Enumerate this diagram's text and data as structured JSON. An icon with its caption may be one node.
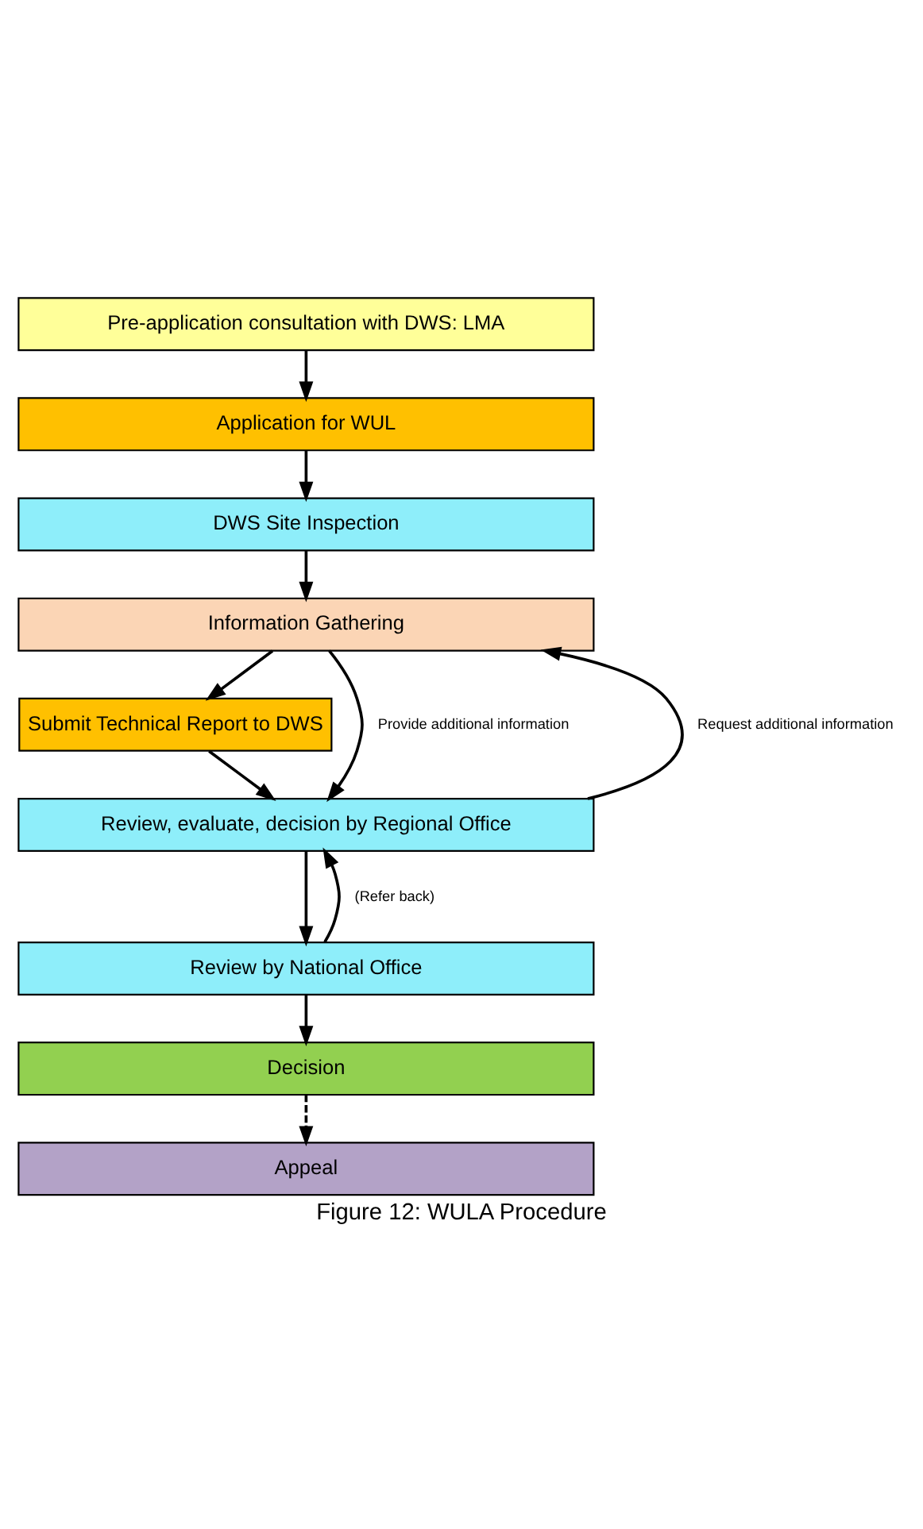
{
  "diagram": {
    "caption": "Figure 12: WULA Procedure",
    "nodes": [
      {
        "text": [
          "Pre-application consultation with DWS: LMA"
        ]
      },
      {
        "text": [
          "Application for WUL"
        ]
      },
      {
        "text": [
          "DWS Site Inspection"
        ]
      },
      {
        "text": [
          "Information Gathering"
        ]
      },
      {
        "text": [
          "Submit Technical Report to DWS"
        ]
      },
      {
        "text": [
          "Review, evaluate, decision by Regional Office"
        ]
      },
      {
        "text": [
          "Review by National Office"
        ]
      },
      {
        "text": [
          "Decision"
        ]
      },
      {
        "text": [
          "Appeal"
        ]
      }
    ],
    "edges": [
      {
        "from": 0,
        "to": 1,
        "arrow": "to"
      },
      {
        "from": 1,
        "to": 2,
        "arrow": "to"
      },
      {
        "from": 2,
        "to": 3,
        "arrow": "to"
      },
      {
        "from": 3,
        "to": 4,
        "arrow": "to"
      },
      {
        "from": 4,
        "to": 5,
        "arrow": "to"
      },
      {
        "from": 5,
        "to": 3,
        "arrow": "to",
        "label": "Request additional information"
      },
      {
        "from": 3,
        "to": 5,
        "arrow": "to",
        "label": "Provide additional information"
      },
      {
        "from": 5,
        "to": 6,
        "arrow": "to"
      },
      {
        "from": 6,
        "to": 5,
        "arrow": "to",
        "label": "(Refer back)"
      },
      {
        "from": 6,
        "to": 7,
        "arrow": "to"
      },
      {
        "from": 7,
        "to": 8,
        "arrow": "to",
        "style": "dashed"
      }
    ]
  }
}
